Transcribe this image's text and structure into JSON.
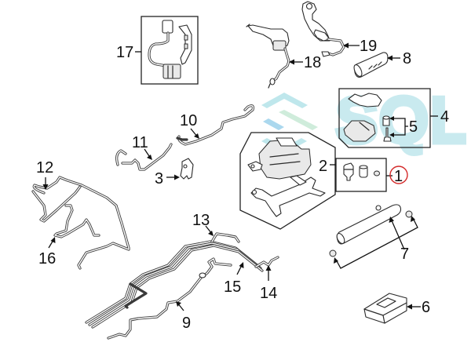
{
  "diagram": {
    "type": "exploded-parts-diagram",
    "watermark": {
      "text": "SQL",
      "colors": [
        "#a9dfe6",
        "#bfe6cf",
        "#8fcbe8"
      ]
    },
    "highlight": {
      "callout": "1",
      "color": "#d42a2a"
    },
    "callouts": [
      {
        "id": "1",
        "label": "1",
        "part": "air-suspension-compressor-repair-kit",
        "highlighted": true
      },
      {
        "id": "2",
        "label": "2",
        "part": "compressor-fittings-group"
      },
      {
        "id": "3",
        "label": "3",
        "part": "bracket"
      },
      {
        "id": "4",
        "label": "4",
        "part": "valve-block-assembly"
      },
      {
        "id": "5",
        "label": "5",
        "part": "valve-block-fasteners"
      },
      {
        "id": "6",
        "label": "6",
        "part": "control-module"
      },
      {
        "id": "7",
        "label": "7",
        "part": "air-reservoir"
      },
      {
        "id": "8",
        "label": "8",
        "part": "pressure-accumulator"
      },
      {
        "id": "9",
        "label": "9",
        "part": "air-line"
      },
      {
        "id": "10",
        "label": "10",
        "part": "air-line"
      },
      {
        "id": "11",
        "label": "11",
        "part": "air-line"
      },
      {
        "id": "12",
        "label": "12",
        "part": "air-line"
      },
      {
        "id": "13",
        "label": "13",
        "part": "air-line-bundle"
      },
      {
        "id": "14",
        "label": "14",
        "part": "air-line"
      },
      {
        "id": "15",
        "label": "15",
        "part": "air-line"
      },
      {
        "id": "16",
        "label": "16",
        "part": "air-line"
      },
      {
        "id": "17",
        "label": "17",
        "part": "wiring-harness"
      },
      {
        "id": "18",
        "label": "18",
        "part": "level-sensor-front"
      },
      {
        "id": "19",
        "label": "19",
        "part": "level-sensor-rear"
      }
    ]
  }
}
